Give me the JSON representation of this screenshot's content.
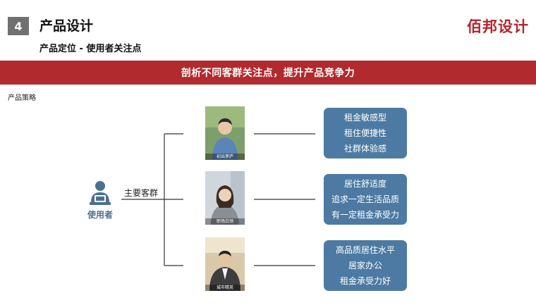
{
  "header": {
    "section_number": "4",
    "title": "产品设计",
    "subtitle": "产品定位 - 使用者关注点",
    "brand": "佰邦设计"
  },
  "banner": {
    "text": "剖析不同客群关注点，提升产品竞争力"
  },
  "strategy_label": "产品策略",
  "user": {
    "label": "使用者",
    "branch_label": "主要客群"
  },
  "groups": [
    {
      "caption": "初出茅庐",
      "points": [
        "租金敏感型",
        "租住便捷性",
        "社群体验感"
      ]
    },
    {
      "caption": "职场白领",
      "points": [
        "居住舒适度",
        "追求一定生活品质",
        "有一定租金承受力"
      ]
    },
    {
      "caption": "城市精英",
      "points": [
        "高品质居住水平",
        "居家办公",
        "租金承受力好"
      ]
    }
  ],
  "colors": {
    "brand_red": "#b12a2d",
    "card_blue": "#4d7aa2",
    "user_blue": "#4d6e93"
  }
}
